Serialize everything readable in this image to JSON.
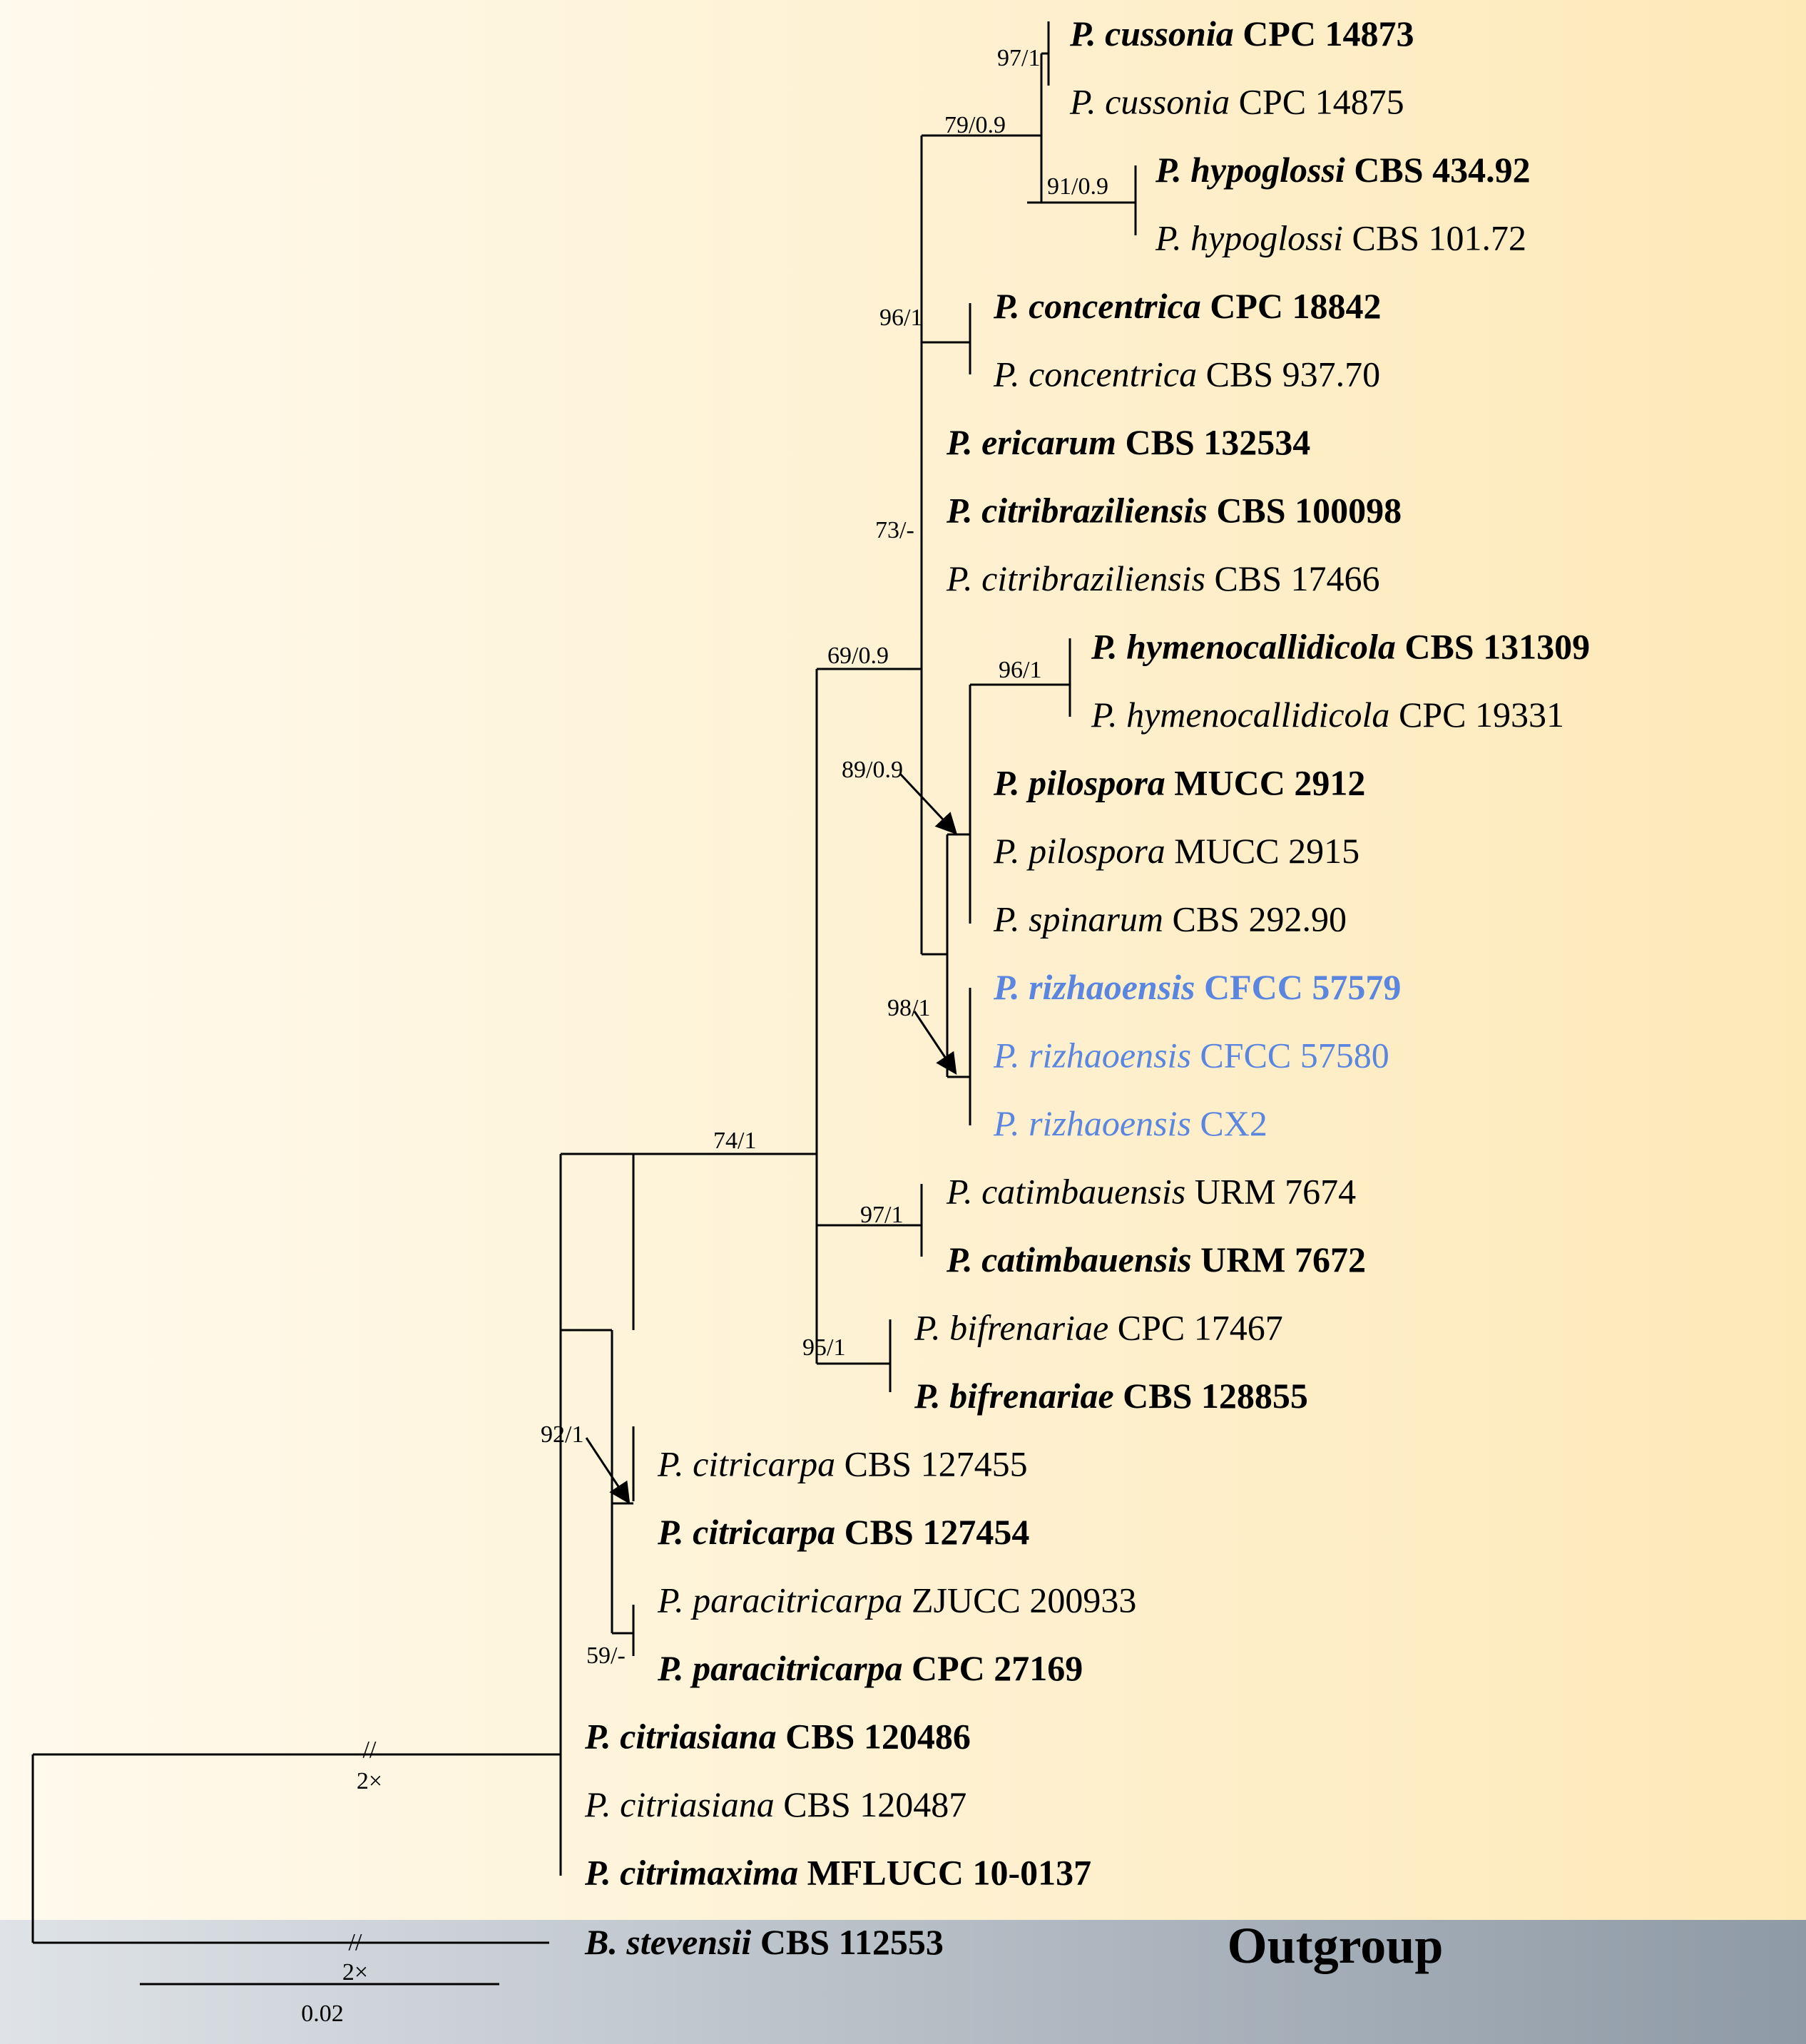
{
  "colors": {
    "ingroup_bg_start": "#fffaed",
    "ingroup_bg_end": "#fde9b8",
    "outgroup_bg_start": "#dfe3e7",
    "outgroup_bg_end": "#8e9aa6",
    "highlight_taxon": "#5b86e0",
    "branch": "#000000"
  },
  "taxa": [
    {
      "species": "P. cussonia",
      "strain": "CPC 14873",
      "bold": true
    },
    {
      "species": "P. cussonia",
      "strain": "CPC 14875",
      "bold": false
    },
    {
      "species": "P. hypoglossi",
      "strain": "CBS 434.92",
      "bold": true
    },
    {
      "species": "P. hypoglossi",
      "strain": "CBS 101.72",
      "bold": false
    },
    {
      "species": "P. concentrica",
      "strain": "CPC 18842",
      "bold": true
    },
    {
      "species": "P. concentrica",
      "strain": "CBS 937.70",
      "bold": false
    },
    {
      "species": "P. ericarum",
      "strain": "CBS 132534",
      "bold": true
    },
    {
      "species": "P. citribraziliensis",
      "strain": "CBS 100098",
      "bold": true
    },
    {
      "species": "P. citribraziliensis",
      "strain": "CBS 17466",
      "bold": false
    },
    {
      "species": "P. hymenocallidicola",
      "strain": "CBS 131309",
      "bold": true
    },
    {
      "species": "P. hymenocallidicola",
      "strain": "CPC 19331",
      "bold": false
    },
    {
      "species": "P. pilospora",
      "strain": "MUCC 2912",
      "bold": true
    },
    {
      "species": "P. pilospora",
      "strain": "MUCC 2915",
      "bold": false
    },
    {
      "species": "P. spinarum",
      "strain": "CBS 292.90",
      "bold": false
    },
    {
      "species": "P. rizhaoensis",
      "strain": "CFCC 57579",
      "bold": true,
      "highlight": true
    },
    {
      "species": "P. rizhaoensis",
      "strain": "CFCC 57580",
      "bold": false,
      "highlight": true
    },
    {
      "species": "P. rizhaoensis",
      "strain": "CX2",
      "bold": false,
      "highlight": true
    },
    {
      "species": "P. catimbauensis",
      "strain": "URM 7674",
      "bold": false
    },
    {
      "species": "P. catimbauensis",
      "strain": "URM 7672",
      "bold": true
    },
    {
      "species": "P. bifrenariae",
      "strain": "CPC 17467",
      "bold": false
    },
    {
      "species": "P. bifrenariae",
      "strain": "CBS 128855",
      "bold": true
    },
    {
      "species": "P. citricarpa",
      "strain": "CBS 127455",
      "bold": false
    },
    {
      "species": "P. citricarpa",
      "strain": "CBS 127454",
      "bold": true
    },
    {
      "species": "P. paracitricarpa",
      "strain": "ZJUCC 200933",
      "bold": false
    },
    {
      "species": "P. paracitricarpa",
      "strain": "CPC 27169",
      "bold": true
    },
    {
      "species": "P. citriasiana",
      "strain": "CBS 120486",
      "bold": true
    },
    {
      "species": "P. citriasiana",
      "strain": "CBS 120487",
      "bold": false
    },
    {
      "species": "P. citrimaxima",
      "strain": "MFLUCC 10-0137",
      "bold": true
    },
    {
      "species": "B. stevensii",
      "strain": "CBS 112553",
      "bold": true
    }
  ],
  "support_values": [
    "97/1",
    "79/0.9",
    "91/0.9",
    "96/1",
    "73/-",
    "69/0.9",
    "96/1",
    "89/0.9",
    "98/1",
    "74/1",
    "97/1",
    "95/1",
    "92/1",
    "59/-"
  ],
  "branch_breaks": {
    "symbol": "//",
    "factor_label": "2×"
  },
  "outgroup_label": "Outgroup",
  "scale_bar": {
    "label": "0.02"
  }
}
